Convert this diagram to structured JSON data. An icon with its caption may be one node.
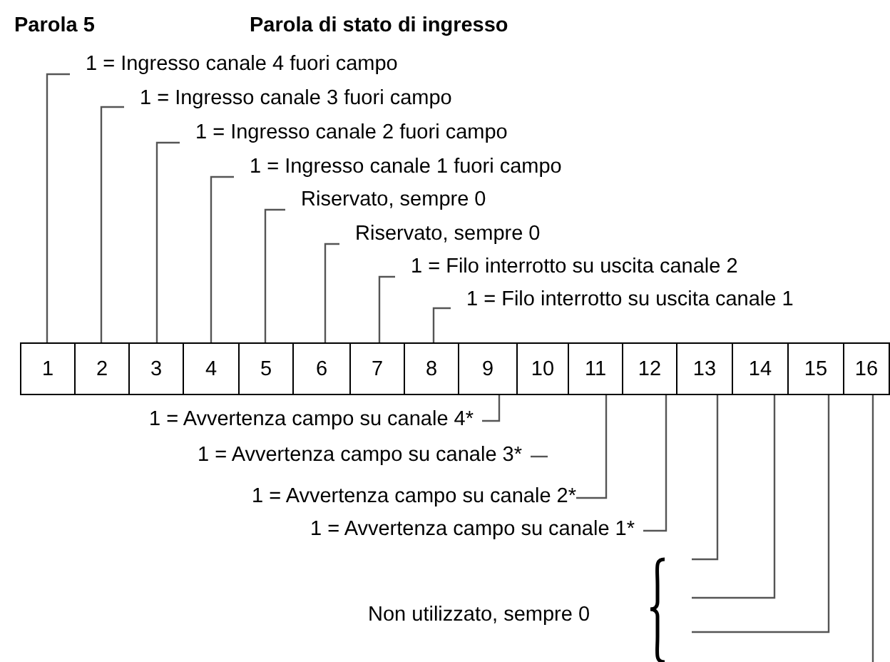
{
  "diagram": {
    "title": "Parola di stato di ingresso",
    "nodes": [
      {
        "text": [
          "1"
        ]
      },
      {
        "text": [
          "2"
        ]
      },
      {
        "text": [
          "3"
        ]
      },
      {
        "text": [
          "4"
        ]
      },
      {
        "text": [
          "5"
        ]
      },
      {
        "text": [
          "6"
        ]
      },
      {
        "text": [
          "7"
        ]
      },
      {
        "text": [
          "8"
        ]
      },
      {
        "text": [
          "9"
        ]
      },
      {
        "text": [
          "10"
        ]
      },
      {
        "text": [
          "11"
        ]
      },
      {
        "text": [
          "12"
        ]
      },
      {
        "text": [
          "13"
        ]
      },
      {
        "text": [
          "14"
        ]
      },
      {
        "text": [
          "15"
        ]
      },
      {
        "text": [
          "16"
        ]
      },
      {
        "text": [
          "1 = Ingresso canale 4 fuori campo"
        ]
      },
      {
        "text": [
          "1 = Ingresso canale 3 fuori campo"
        ]
      },
      {
        "text": [
          "1 = Ingresso canale 2 fuori campo"
        ]
      },
      {
        "text": [
          "1 = Ingresso canale 1 fuori campo"
        ]
      },
      {
        "text": [
          "Riservato, sempre 0"
        ]
      },
      {
        "text": [
          "Riservato, sempre 0"
        ]
      },
      {
        "text": [
          "1 = Filo interrotto su uscita canale 2"
        ]
      },
      {
        "text": [
          "1 = Filo interrotto su uscita canale 1"
        ]
      },
      {
        "text": [
          "1 = Avvertenza campo su canale 4*"
        ]
      },
      {
        "text": [
          "1 = Avvertenza campo su canale 3*"
        ]
      },
      {
        "text": [
          "1 = Avvertenza campo su canale 2*"
        ]
      },
      {
        "text": [
          "1 = Avvertenza campo su canale 1*"
        ]
      },
      {
        "text": [
          "Non utilizzato, sempre 0"
        ]
      }
    ],
    "edges": [
      {
        "from": 16,
        "to": 0,
        "arrow": "none"
      },
      {
        "from": 17,
        "to": 1,
        "arrow": "none"
      },
      {
        "from": 18,
        "to": 2,
        "arrow": "none"
      },
      {
        "from": 19,
        "to": 3,
        "arrow": "none"
      },
      {
        "from": 20,
        "to": 4,
        "arrow": "none"
      },
      {
        "from": 21,
        "to": 5,
        "arrow": "none"
      },
      {
        "from": 22,
        "to": 6,
        "arrow": "none"
      },
      {
        "from": 23,
        "to": 7,
        "arrow": "none"
      },
      {
        "from": 24,
        "to": 8,
        "arrow": "none"
      },
      {
        "from": 25,
        "to": null,
        "arrow": "none"
      },
      {
        "from": 26,
        "to": 10,
        "arrow": "none"
      },
      {
        "from": 27,
        "to": 11,
        "arrow": "none"
      },
      {
        "from": 28,
        "to": 12,
        "arrow": "none"
      },
      {
        "from": 28,
        "to": 13,
        "arrow": "none"
      },
      {
        "from": 28,
        "to": 14,
        "arrow": "none"
      },
      {
        "from": 15,
        "to": null,
        "arrow": "none"
      }
    ],
    "labels": [
      "Parola 5"
    ]
  }
}
